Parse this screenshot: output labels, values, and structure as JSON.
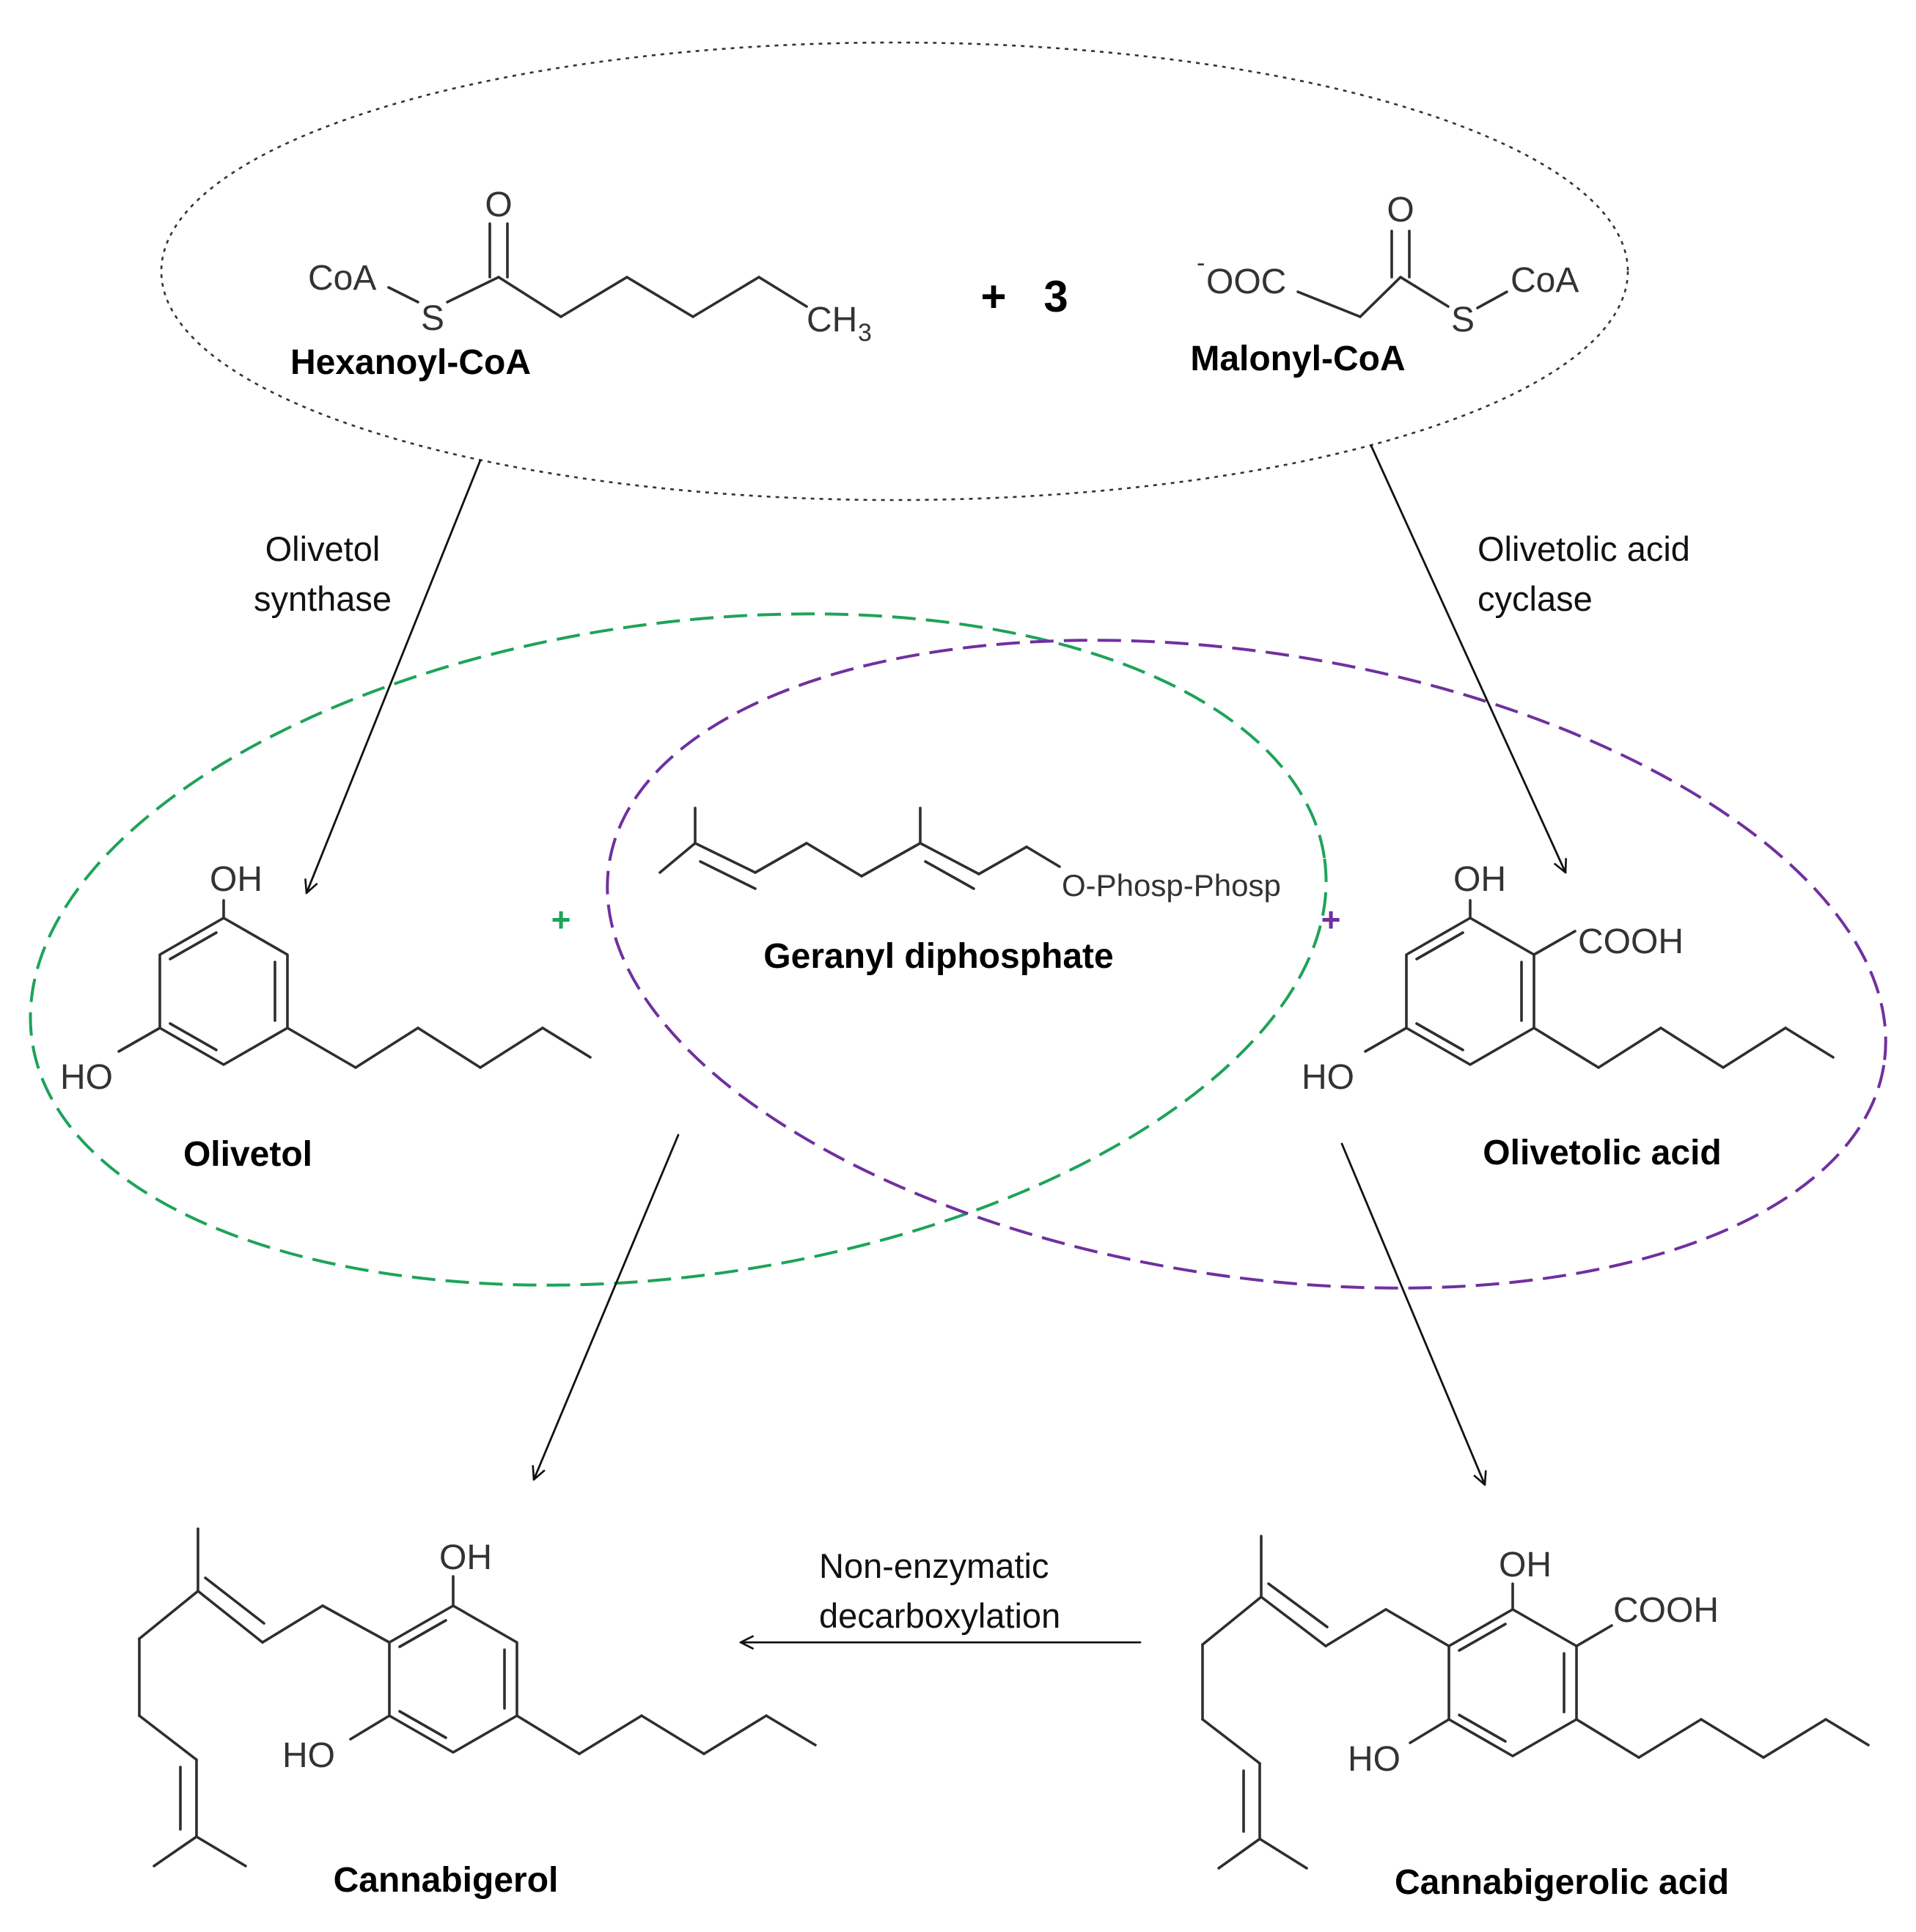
{
  "colors": {
    "bond": "#2e2e2e",
    "green_group": "#1ea35a",
    "purple_group": "#7030a0",
    "dotted_group": "#333333"
  },
  "reactants": {
    "hexanoyl_coa": {
      "name": "Hexanoyl-CoA",
      "coa": "CoA",
      "s": "S",
      "o": "O",
      "ch": "CH",
      "ch_sub": "3"
    },
    "plus": "+",
    "coefficient": "3",
    "malonyl_coa": {
      "name": "Malonyl-CoA",
      "charge": "-",
      "ooc": "OOC",
      "o": "O",
      "s": "S",
      "coa": "CoA"
    }
  },
  "enzymes": {
    "olivetol_synthase": [
      "Olivetol",
      "synthase"
    ],
    "olivetolic_acid_cyclase": [
      "Olivetolic acid",
      "cyclase"
    ],
    "decarboxylation": [
      "Non-enzymatic",
      "decarboxylation"
    ]
  },
  "intermediates": {
    "olivetol": {
      "name": "Olivetol",
      "oh_top": "OH",
      "ho": "HO"
    },
    "geranyl_diphosphate": {
      "name": "Geranyl diphosphate",
      "group": "O-Phosp-Phosp"
    },
    "olivetolic_acid": {
      "name": "Olivetolic acid",
      "oh_top": "OH",
      "cooh": "COOH",
      "ho": "HO"
    },
    "plus_green": "+",
    "plus_purple": "+"
  },
  "products": {
    "cannabigerol": {
      "name": "Cannabigerol",
      "oh_top": "OH",
      "ho": "HO"
    },
    "cannabigerolic_acid": {
      "name": "Cannabigerolic acid",
      "oh_top": "OH",
      "cooh": "COOH",
      "ho": "HO"
    }
  }
}
